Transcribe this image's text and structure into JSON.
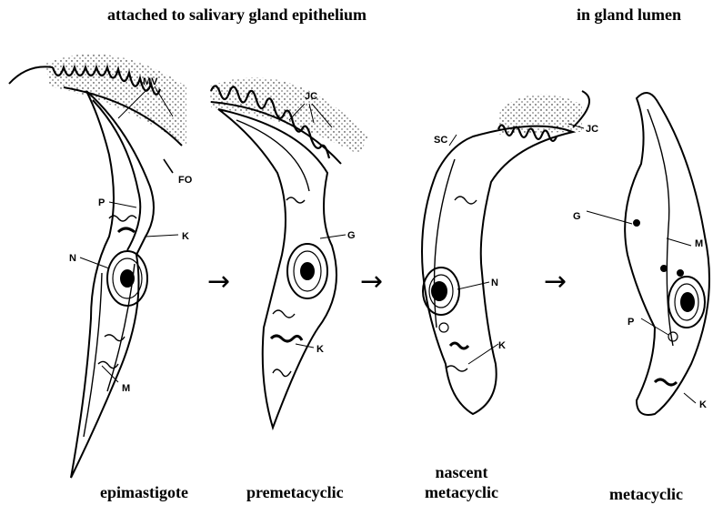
{
  "headings": {
    "attached": "attached to salivary gland epithelium",
    "lumen": "in  gland lumen"
  },
  "stages": [
    {
      "label": "epimastigote"
    },
    {
      "label": "premetacyclic"
    },
    {
      "label_line1": "nascent",
      "label_line2": "metacyclic"
    },
    {
      "label": "metacyclic"
    }
  ],
  "arrow_glyph": "→",
  "labels": {
    "mv": "MV",
    "fo": "FO",
    "p": "P",
    "k": "K",
    "n": "N",
    "m": "M",
    "jc": "JC",
    "g": "G",
    "sc": "SC"
  }
}
